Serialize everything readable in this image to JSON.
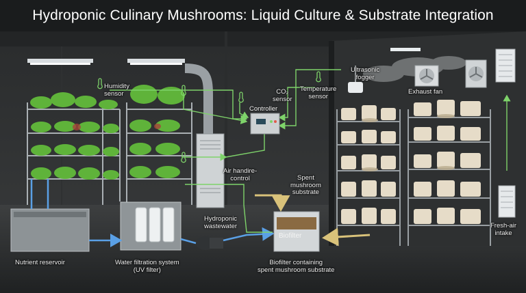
{
  "title": "Hydroponic Culinary Mushrooms: Liquid Culture & Substrate Integration",
  "labels": {
    "humidity_sensor": [
      "Humidity",
      "sensor"
    ],
    "co2_sensor": [
      "CO₂",
      "sensor"
    ],
    "controller": "Controller",
    "temperature_sensor": [
      "Temperature",
      "sensor"
    ],
    "ultrasonic_fogger": [
      "Ultrasonic",
      "fogger"
    ],
    "exhaust_fan": "Exhaust fan",
    "air_handler": [
      "Air handire-",
      "control"
    ],
    "spent_substrate": [
      "Spent",
      "mushroom",
      "substrate"
    ],
    "hydroponic_wastewater": [
      "Hydroponic",
      "wastewater"
    ],
    "biofilter": "Biofilter",
    "nutrient_reservoir": "Nutrient reservoir",
    "water_filtration": [
      "Water filtration system",
      "(UV filter)"
    ],
    "biofilter_caption": [
      "Biofilter containing",
      "spent mushroom substrate"
    ],
    "fresh_air_intake": [
      "Fresh-air",
      "intake"
    ]
  },
  "colors": {
    "control_line": "#7ed36a",
    "water_line": "#5aa0e6",
    "substrate_arrow": "#d9c27a",
    "lettuce": "#5fb33a",
    "mushroom": "#e6dcc8"
  },
  "icons": [
    "thermometer-icon",
    "fan-icon",
    "lamp-icon",
    "pump-icon"
  ]
}
